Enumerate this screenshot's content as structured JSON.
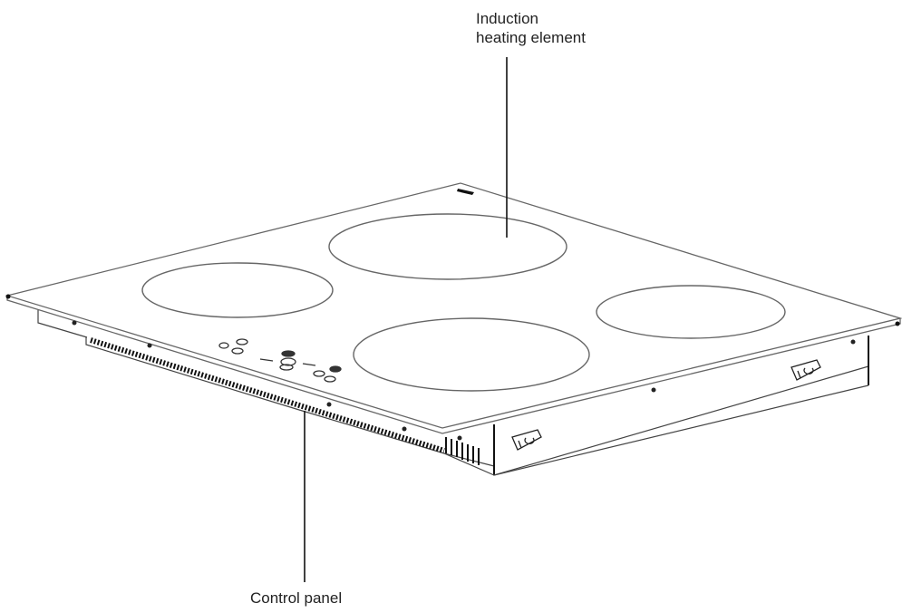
{
  "diagram": {
    "subject": "Induction cooktop (isometric view)",
    "labels": {
      "heating_element_line1": "Induction",
      "heating_element_line2": "heating element",
      "control_panel": "Control panel"
    },
    "colors": {
      "line": "#555555",
      "dark": "#111111",
      "background": "#ffffff"
    },
    "components": [
      "glass top",
      "4 cooking zones",
      "control panel",
      "housing",
      "mounting brackets",
      "vent slots"
    ]
  }
}
